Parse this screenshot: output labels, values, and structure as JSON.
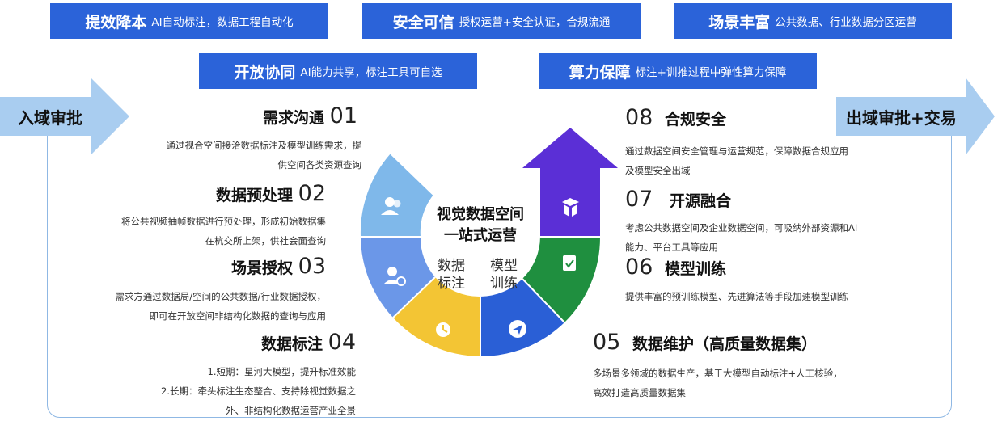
{
  "top_tags": [
    {
      "bold": "提效降本",
      "text": "AI自动标注，数据工程自动化"
    },
    {
      "bold": "安全可信",
      "text": "授权运营+安全认证，合规流通"
    },
    {
      "bold": "场景丰富",
      "text": "公共数据、行业数据分区运营"
    },
    {
      "bold": "开放协同",
      "text": "AI能力共享，标注工具可自选"
    },
    {
      "bold": "算力保障",
      "text": "标注+训推过程中弹性算力保障"
    }
  ],
  "left_arrow": "入域审批",
  "right_arrow": "出域审批+交易",
  "center": {
    "title_line1": "视觉数据空间",
    "title_line2": "一站式运营",
    "sub_left_1": "数据",
    "sub_left_2": "标注",
    "sub_right_1": "模型",
    "sub_right_2": "训练"
  },
  "steps_left": [
    {
      "title": "需求沟通",
      "num": "01",
      "lines": [
        "通过视合空间接洽数据标注及模型训练需求，提",
        "供空间各类资源查询"
      ]
    },
    {
      "title": "数据预处理",
      "num": "02",
      "lines": [
        "将公共视频抽帧数据进行预处理，形成初始数据集",
        "在杭交所上架，供社会面查询"
      ]
    },
    {
      "title": "场景授权",
      "num": "03",
      "lines": [
        "需求方通过数据局/空间的公共数据/行业数据授权，",
        "即可在开放空间非结构化数据的查询与应用"
      ]
    },
    {
      "title": "数据标注",
      "num": "04",
      "lines": [
        "1.短期：星河大模型，提升标准效能",
        "2.长期：牵头标注生态整合、支持除视觉数据之",
        "外、非结构化数据运营产业全景"
      ]
    }
  ],
  "steps_right": [
    {
      "num": "08",
      "title": "合规安全",
      "lines": [
        "通过数据空间安全管理与运营规范，保障数据合规应用",
        "及模型安全出域"
      ]
    },
    {
      "num": "07",
      "title": "开源融合",
      "lines": [
        "考虑公共数据空间及企业数据空间，可吸纳外部资源和AI",
        "能力、平台工具等应用"
      ]
    },
    {
      "num": "06",
      "title": "模型训练",
      "lines": [
        "提供丰富的预训练模型、先进算法等手段加速模型训练"
      ]
    },
    {
      "num": "05",
      "title": "数据维护（高质量数据集）",
      "lines": [
        "多场景多领域的数据生产，基于大模型自动标注+人工核验，",
        "高效打造高质量数据集"
      ]
    }
  ],
  "colors": {
    "tag_blue": "#2b63d9",
    "arrow_light": "#a9cdf0",
    "seg_lightblue": "#7fb8ea",
    "seg_blue": "#6b97e8",
    "seg_yellow": "#f3c534",
    "seg_darkblue": "#2a5fd6",
    "seg_green": "#1f8f3f",
    "seg_purple": "#5b2fd6"
  },
  "icons": [
    "users-icon",
    "user-card-icon",
    "clock-icon",
    "send-icon",
    "clipboard-check-icon",
    "box-icon"
  ]
}
